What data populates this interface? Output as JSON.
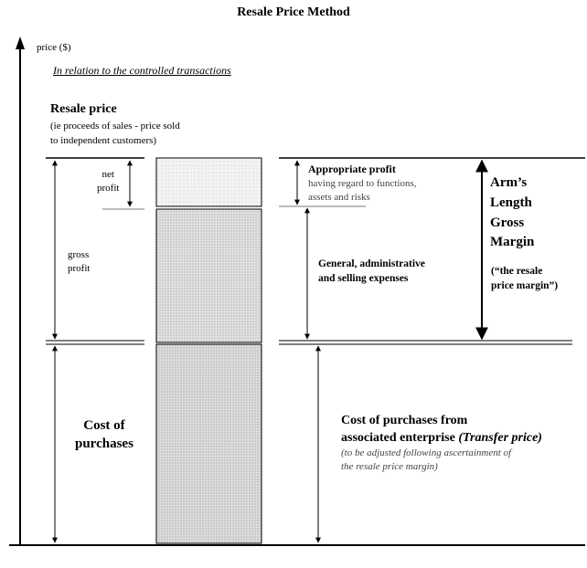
{
  "title": "Resale Price Method",
  "axis_label": "price ($)",
  "relation_note": "In relation to the controlled transactions",
  "resale_price": {
    "heading": "Resale price",
    "sub_lines": [
      "(ie proceeds of sales  -  price sold",
      "to independent customers)"
    ]
  },
  "left_labels": {
    "net_profit": [
      "net",
      "profit"
    ],
    "gross_profit": [
      "gross",
      "profit"
    ],
    "cost_of_purchases": [
      "Cost of",
      "purchases"
    ]
  },
  "right_labels": {
    "appropriate_profit": "Appropriate profit",
    "appropriate_profit_sub": [
      "having regard to functions,",
      "assets and risks"
    ],
    "general_expenses": [
      "General, administrative",
      "and selling expenses"
    ],
    "arms_length": [
      "Arm’s",
      "Length",
      "Gross",
      "Margin"
    ],
    "arms_length_sub": [
      "(“the resale",
      "price margin”)"
    ],
    "cost_purchases_heading": [
      "Cost of purchases from",
      "associated enterprise "
    ],
    "transfer_price": "(Transfer price)",
    "cost_purchases_sub": [
      "(to be adjusted following ascertainment of",
      "the resale price margin)"
    ]
  },
  "colors": {
    "net_profit_fill": "#f4f4f4",
    "expenses_fill": "#dcdcdc",
    "cost_fill": "#c8c8c8",
    "grey_text": "#444444"
  }
}
